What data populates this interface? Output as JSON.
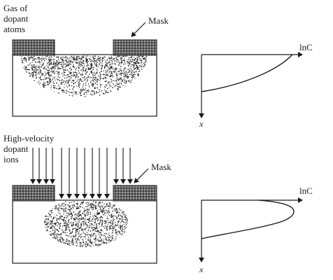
{
  "colors": {
    "ink": "#1a1a1a",
    "mask_fill": "#5a5a5a",
    "dot": "#222222",
    "background": "#ffffff"
  },
  "top_panel": {
    "gas_label": "Gas of\ndopant\natoms",
    "mask_label": "Mask",
    "axis_label": "lnC",
    "depth_label": "x",
    "profile_shape": "monotonic-decreasing"
  },
  "bottom_panel": {
    "ions_label": "High-velocity\ndopant\nions",
    "mask_label": "Mask",
    "axis_label": "lnC",
    "depth_label": "x",
    "profile_shape": "peaked"
  }
}
